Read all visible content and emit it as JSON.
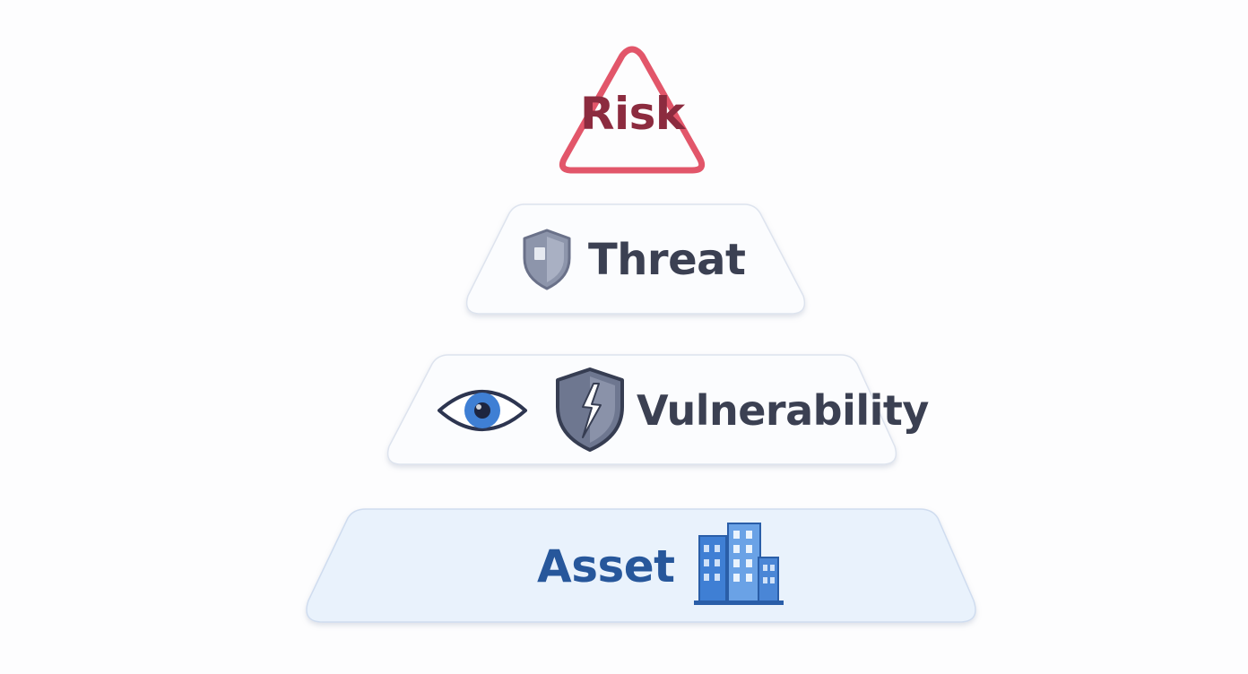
{
  "diagram": {
    "tiers": [
      {
        "id": "risk",
        "label": "Risk",
        "icon": "warning-triangle-icon",
        "color": "#e2566a"
      },
      {
        "id": "threat",
        "label": "Threat",
        "icon": "shield-icon",
        "color": "#3b4052"
      },
      {
        "id": "vulnerability",
        "label": "Vulnerability",
        "icons": [
          "eye-icon",
          "broken-shield-icon"
        ],
        "color": "#3b4052"
      },
      {
        "id": "asset",
        "label": "Asset",
        "icon": "office-building-icon",
        "color": "#27579b"
      }
    ]
  }
}
